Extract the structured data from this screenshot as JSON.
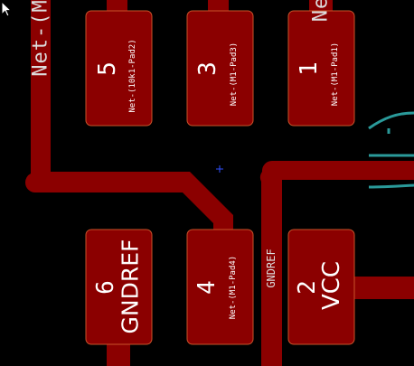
{
  "colors": {
    "background": "#000000",
    "copper": "#8b0000",
    "pad_outline": "#c8532a",
    "label_text": "#ffffff",
    "teal": "#2a9a9a",
    "cursor": "#ffffff",
    "origin_marker": "#3050ff"
  },
  "cursor": {
    "icon": "arrow-cursor-icon"
  },
  "nets": {
    "left_track": "Net-(M",
    "top_right_track": "Ne",
    "gndref_track": "GNDREF"
  },
  "pads": [
    {
      "id": "pad-5",
      "number": "5",
      "net": "Net-(10k1-Pad2)"
    },
    {
      "id": "pad-3",
      "number": "3",
      "net": "Net-(M1-Pad3)"
    },
    {
      "id": "pad-1",
      "number": "1",
      "net": "Net-(M1-Pad1)"
    },
    {
      "id": "pad-6",
      "number": "6",
      "net": "GNDREF"
    },
    {
      "id": "pad-4",
      "number": "4",
      "net": "Net-(M1-Pad4)"
    },
    {
      "id": "pad-2",
      "number": "2",
      "net": "VCC"
    }
  ]
}
